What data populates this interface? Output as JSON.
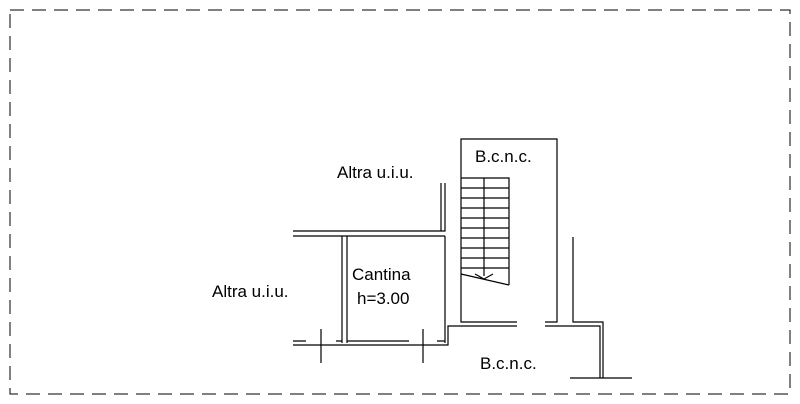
{
  "labels": {
    "altra_top": "Altra u.i.u.",
    "altra_left": "Altra u.i.u.",
    "bcnc_top": "B.c.n.c.",
    "bcnc_bottom": "B.c.n.c.",
    "cantina": "Cantina",
    "cantina_height": "h=3.00"
  },
  "colors": {
    "line": "#000000",
    "background": "#ffffff"
  }
}
